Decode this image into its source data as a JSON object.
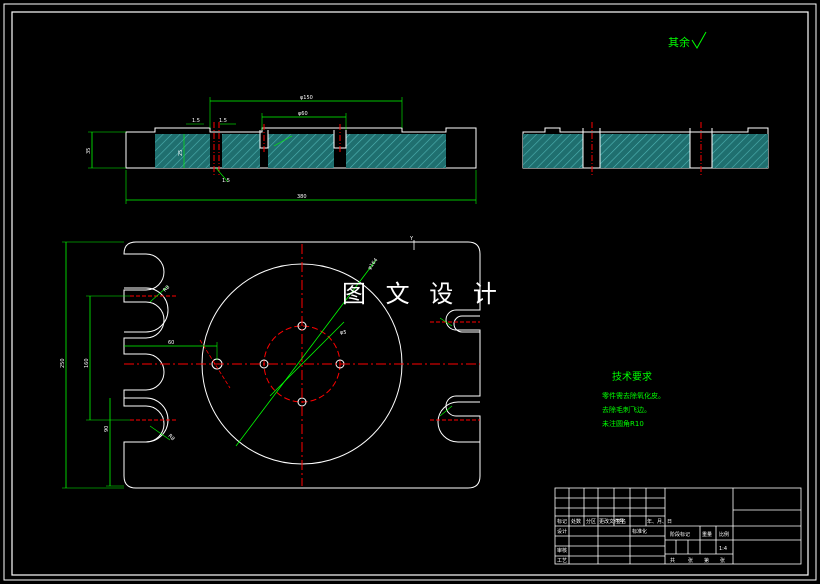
{
  "colors": {
    "background": "#000000",
    "outline": "#ffffff",
    "dimension": "#00ff00",
    "centerline": "#ff0000",
    "hatch": "#2e8b8b"
  },
  "watermark": "图 文 设 计",
  "surface_note": "其余",
  "technical_requirements": {
    "title": "技术要求",
    "lines": [
      "零件需去除氧化皮。",
      "去除毛刺飞边。",
      "未注圆角R10"
    ]
  },
  "dimensions": {
    "front_top_width": "φ150",
    "front_inner_width": "φ60",
    "front_overall_width": "380",
    "front_height": "35",
    "front_depth": "25",
    "chamfer_left": "1.5",
    "chamfer_right": "1.5",
    "chamfer_bottom": "1.5",
    "plan_height": "250",
    "plan_inner_height": "160",
    "plan_slot_height": "90",
    "plan_offset": "60",
    "slot_radius_tl": "R8",
    "slot_radius_bl": "R8",
    "circle_dia": "φ164",
    "bolt_circle_label": "φ5",
    "top_mark": "Y"
  },
  "title_block": {
    "row_labels": [
      "标记",
      "处数",
      "分区",
      "更改文件号",
      "签名",
      "年、月、日"
    ],
    "left_labels": [
      "设计",
      "审核",
      "工艺"
    ],
    "std_label": "标准化",
    "stage_label": "阶段标记",
    "weight_label": "重量",
    "scale_label": "比例",
    "scale_value": "1:4",
    "sheet_labels": [
      "共",
      "张",
      "第",
      "张"
    ]
  }
}
